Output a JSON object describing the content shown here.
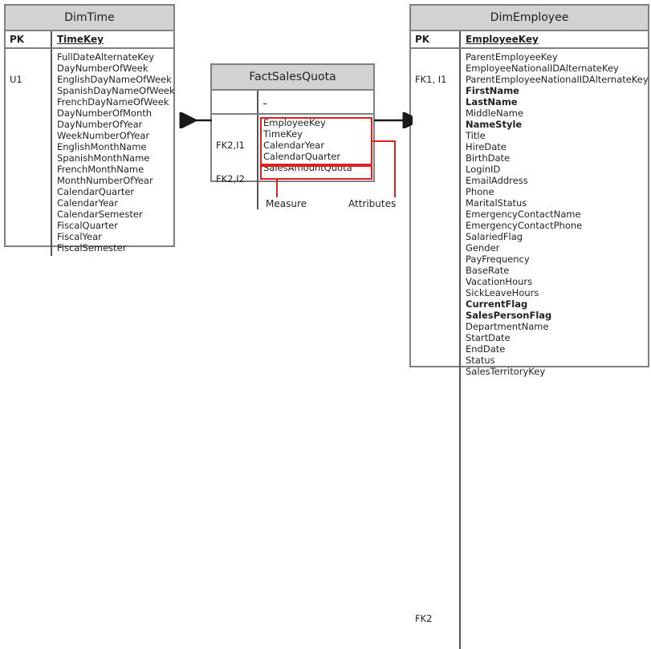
{
  "diagram": {
    "type": "entity-relationship-diagram",
    "colors": {
      "header_fill": "#d2d2d2",
      "border": "#808080",
      "annotation_red": "#e02020",
      "text": "#231f20"
    }
  },
  "entities": [
    {
      "id": "dim-time",
      "title": "DimTime",
      "pk_label": "PK",
      "pk_field": "TimeKey",
      "key_column": [
        "U1"
      ],
      "fields": [
        {
          "name": "FullDateAlternateKey",
          "bold": false
        },
        {
          "name": "DayNumberOfWeek",
          "bold": false
        },
        {
          "name": "EnglishDayNameOfWeek",
          "bold": false
        },
        {
          "name": "SpanishDayNameOfWeek",
          "bold": false
        },
        {
          "name": "FrenchDayNameOfWeek",
          "bold": false
        },
        {
          "name": "DayNumberOfMonth",
          "bold": false
        },
        {
          "name": "DayNumberOfYear",
          "bold": false
        },
        {
          "name": "WeekNumberOfYear",
          "bold": false
        },
        {
          "name": "EnglishMonthName",
          "bold": false
        },
        {
          "name": "SpanishMonthName",
          "bold": false
        },
        {
          "name": "FrenchMonthName",
          "bold": false
        },
        {
          "name": "MonthNumberOfYear",
          "bold": false
        },
        {
          "name": "CalendarQuarter",
          "bold": false
        },
        {
          "name": "CalendarYear",
          "bold": false
        },
        {
          "name": "CalendarSemester",
          "bold": false
        },
        {
          "name": "FiscalQuarter",
          "bold": false
        },
        {
          "name": "FiscalYear",
          "bold": false
        },
        {
          "name": "FiscalSemester",
          "bold": false
        }
      ]
    },
    {
      "id": "fact-sales-quota",
      "title": "FactSalesQuota",
      "pk_label": "",
      "pk_field": "",
      "key_column": [
        "FK2,I1",
        "FK2,I2"
      ],
      "fields": [
        {
          "name": "EmployeeKey",
          "bold": false
        },
        {
          "name": "TimeKey",
          "bold": false
        },
        {
          "name": "CalendarYear",
          "bold": false
        },
        {
          "name": "CalendarQuarter",
          "bold": false
        },
        {
          "name": "SalesAmountQuota",
          "bold": false
        }
      ]
    },
    {
      "id": "dim-employee",
      "title": "DimEmployee",
      "pk_label": "PK",
      "pk_field": "EmployeeKey",
      "key_column": [
        "FK1, I1"
      ],
      "key_column_bottom": "FK2",
      "fields": [
        {
          "name": "ParentEmployeeKey",
          "bold": false
        },
        {
          "name": "EmployeeNationalIDAlternateKey",
          "bold": false
        },
        {
          "name": "ParentEmployeeNationalIDAlternateKey",
          "bold": false
        },
        {
          "name": "FirstName",
          "bold": true
        },
        {
          "name": "LastName",
          "bold": true
        },
        {
          "name": "MiddleName",
          "bold": false
        },
        {
          "name": "NameStyle",
          "bold": true
        },
        {
          "name": "Title",
          "bold": false
        },
        {
          "name": "HireDate",
          "bold": false
        },
        {
          "name": "BirthDate",
          "bold": false
        },
        {
          "name": "LoginID",
          "bold": false
        },
        {
          "name": "EmailAddress",
          "bold": false
        },
        {
          "name": "Phone",
          "bold": false
        },
        {
          "name": "MaritalStatus",
          "bold": false
        },
        {
          "name": "EmergencyContactName",
          "bold": false
        },
        {
          "name": "EmergencyContactPhone",
          "bold": false
        },
        {
          "name": "SalariedFlag",
          "bold": false
        },
        {
          "name": "Gender",
          "bold": false
        },
        {
          "name": "PayFrequency",
          "bold": false
        },
        {
          "name": "BaseRate",
          "bold": false
        },
        {
          "name": "VacationHours",
          "bold": false
        },
        {
          "name": "SickLeaveHours",
          "bold": false
        },
        {
          "name": "CurrentFlag",
          "bold": true
        },
        {
          "name": "SalesPersonFlag",
          "bold": true
        },
        {
          "name": "DepartmentName",
          "bold": false
        },
        {
          "name": "StartDate",
          "bold": false
        },
        {
          "name": "EndDate",
          "bold": false
        },
        {
          "name": "Status",
          "bold": false
        },
        {
          "name": "SalesTerritoryKey",
          "bold": false
        }
      ]
    }
  ],
  "annotations": {
    "measure_label": "Measure",
    "attributes_label": "Attributes"
  }
}
